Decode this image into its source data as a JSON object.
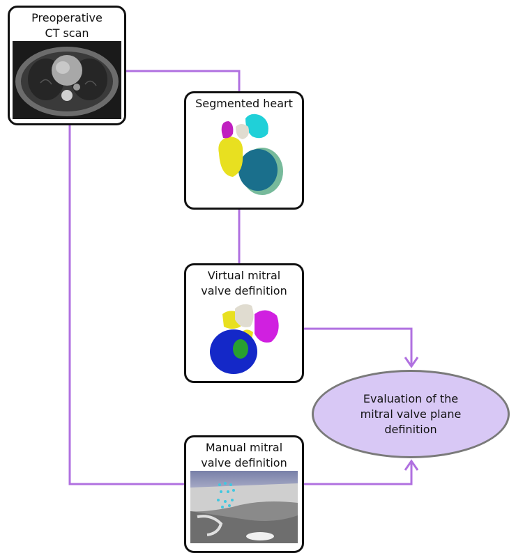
{
  "diagram": {
    "nodes": {
      "ct_scan": {
        "label": "Preoperative\nCT scan"
      },
      "segmented_heart": {
        "label": "Segmented heart"
      },
      "virtual_definition": {
        "label": "Virtual mitral\nvalve definition"
      },
      "manual_definition": {
        "label": "Manual mitral\nvalve definition"
      },
      "evaluation": {
        "label": "Evaluation of the\nmitral valve plane\ndefinition"
      }
    },
    "edges": [
      {
        "from": "ct_scan",
        "to": "segmented_heart",
        "arrow": false
      },
      {
        "from": "segmented_heart",
        "to": "virtual_definition",
        "arrow": false
      },
      {
        "from": "ct_scan",
        "to": "manual_definition",
        "arrow": false
      },
      {
        "from": "virtual_definition",
        "to": "evaluation",
        "arrow": true
      },
      {
        "from": "manual_definition",
        "to": "evaluation",
        "arrow": true
      }
    ],
    "colors": {
      "connector": "#b070e0",
      "node_border": "#111111",
      "evaluation_fill": "#d8c8f5",
      "evaluation_border": "#7a7a7a"
    }
  }
}
